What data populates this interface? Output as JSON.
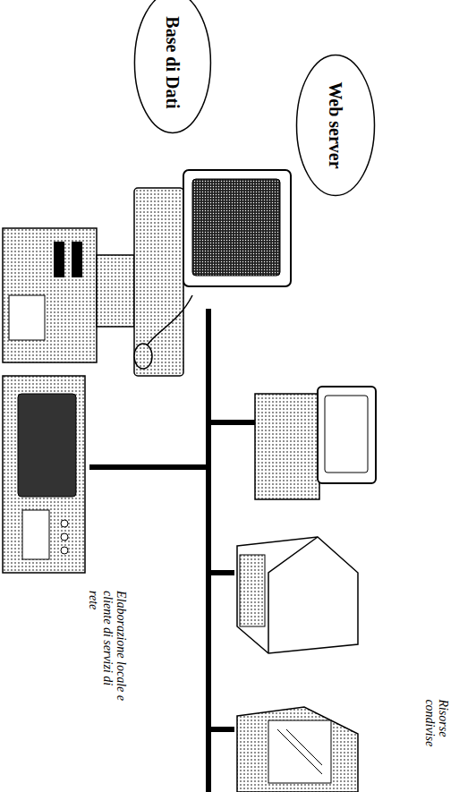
{
  "diagram": {
    "nodes": [
      {
        "text": [
          "Base di Dati"
        ]
      },
      {
        "text": [
          "Web server"
        ]
      }
    ],
    "labels": [
      "Elaborazione locale e cliente di servizi di rete",
      "Risorse condivise"
    ]
  }
}
